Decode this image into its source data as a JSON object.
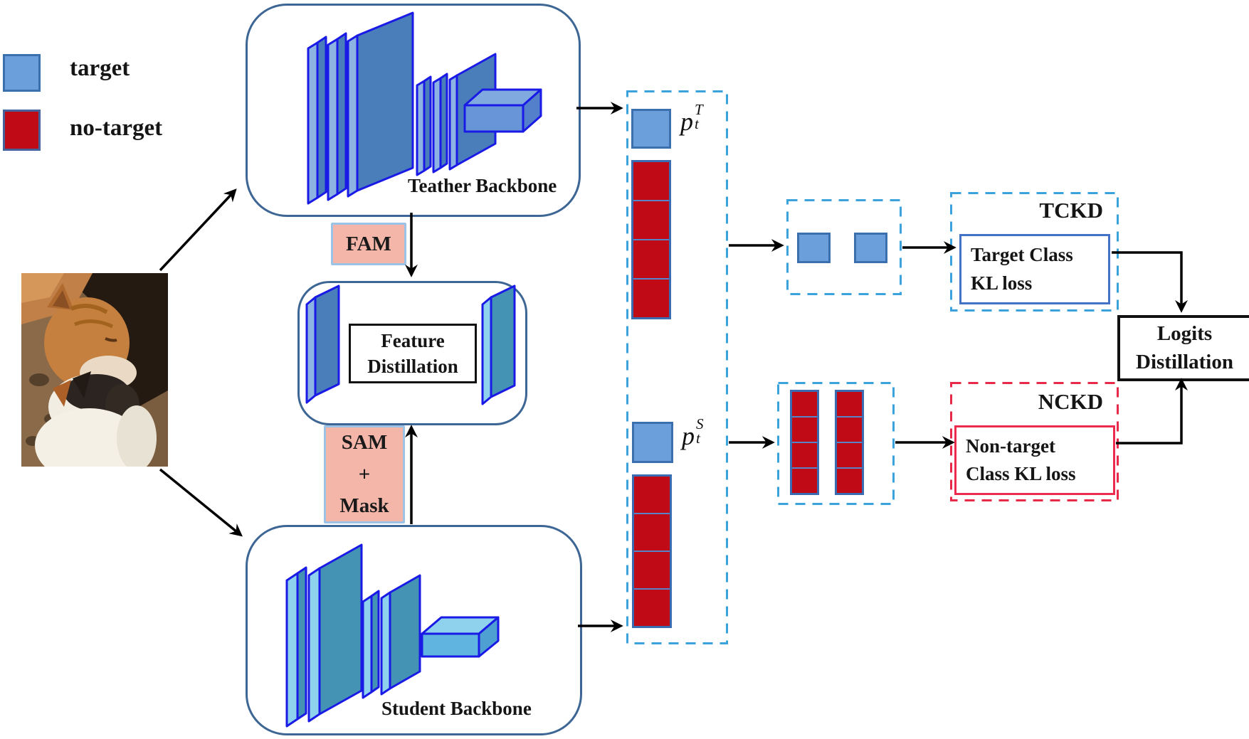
{
  "legend": {
    "target_label": "target",
    "no_target_label": "no-target",
    "target_color": "#6B9FDC",
    "no_target_color": "#C00B16"
  },
  "teacher_backbone": {
    "label": "Teather Backbone"
  },
  "student_backbone": {
    "label": "Student Backbone"
  },
  "fam": {
    "label": "FAM"
  },
  "sam_mask": {
    "line1": "SAM",
    "line2": "+",
    "line3": "Mask"
  },
  "feature_distillation": {
    "line1": "Feature",
    "line2": "Distillation"
  },
  "logit_labels": {
    "base": "p",
    "sub": "t",
    "teacher_sup": "T",
    "student_sup": "S"
  },
  "tckd": {
    "title": "TCKD",
    "loss_line1": "Target Class",
    "loss_line2": "KL loss"
  },
  "nckd": {
    "title": "NCKD",
    "loss_line1": "Non-target",
    "loss_line2": "Class KL loss"
  },
  "logits_distillation": {
    "line1": "Logits",
    "line2": "Distillation"
  },
  "colors": {
    "dashed_blue": "#3BA2DC",
    "dashed_red": "#E7294A",
    "container_border": "#3D6695",
    "slab_border": "#1A1AE6",
    "slab_steel_face": "#4A7EBB",
    "slab_steel_edge": "#8DB3E2",
    "slab_teal_face": "#4593B4",
    "slab_teal_edge": "#8FD2EE",
    "pink_box_fill": "#F4B6A9",
    "pink_box_border": "#9CC3E6",
    "target_blue": "#6B9FDC",
    "no_target_red": "#C00B16"
  }
}
